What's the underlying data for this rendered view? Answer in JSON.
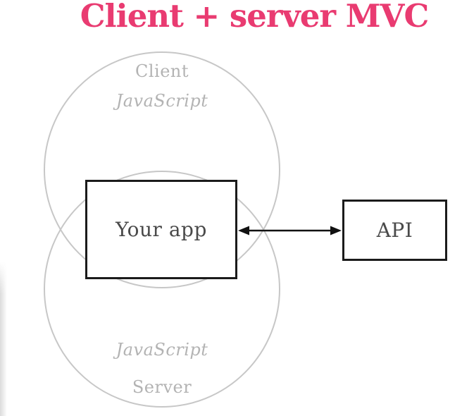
{
  "title": "Client + server MVC",
  "colors": {
    "accent": "#e93b71",
    "circle_stroke": "#c7c7c7",
    "muted_text": "#b3b3b3",
    "dark_text": "#4a4a4a",
    "box_border": "#1b1b1b",
    "arrow": "#111111"
  },
  "diagram": {
    "client_circle": {
      "title": "Client",
      "language": "JavaScript"
    },
    "server_circle": {
      "title": "Server",
      "language": "JavaScript"
    },
    "app_box": {
      "label": "Your app"
    },
    "api_box": {
      "label": "API"
    },
    "connector": {
      "type": "double-headed-arrow"
    }
  }
}
